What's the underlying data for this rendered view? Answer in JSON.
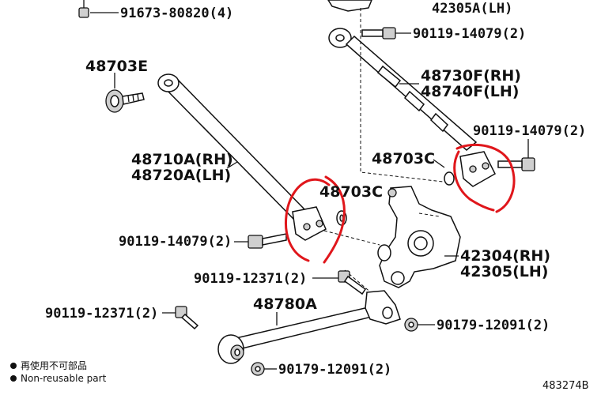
{
  "labels": {
    "l1": "91673-80820(4)",
    "l2": "42305A(LH)",
    "l3": "90119-14079(2)",
    "l4": "48703E",
    "l5": "48730F(RH)",
    "l6": "48740F(LH)",
    "l7": "90119-14079(2)",
    "l8": "48710A(RH)",
    "l9": "48720A(LH)",
    "l10": "48703C",
    "l11": "48703C",
    "l12": "90119-14079(2)",
    "l13": "42304(RH)",
    "l14": "42305(LH)",
    "l15": "90119-12371(2)",
    "l16": "48780A",
    "l17": "90119-12371(2)",
    "l18": "90179-12091(2)",
    "l19": "90179-12091(2)"
  },
  "legend": {
    "line1": "再使用不可部品",
    "line2": "Non-reusable part"
  },
  "figure_id": "483274B",
  "colors": {
    "ink": "#111111",
    "annotation_red": "#e0161b"
  }
}
